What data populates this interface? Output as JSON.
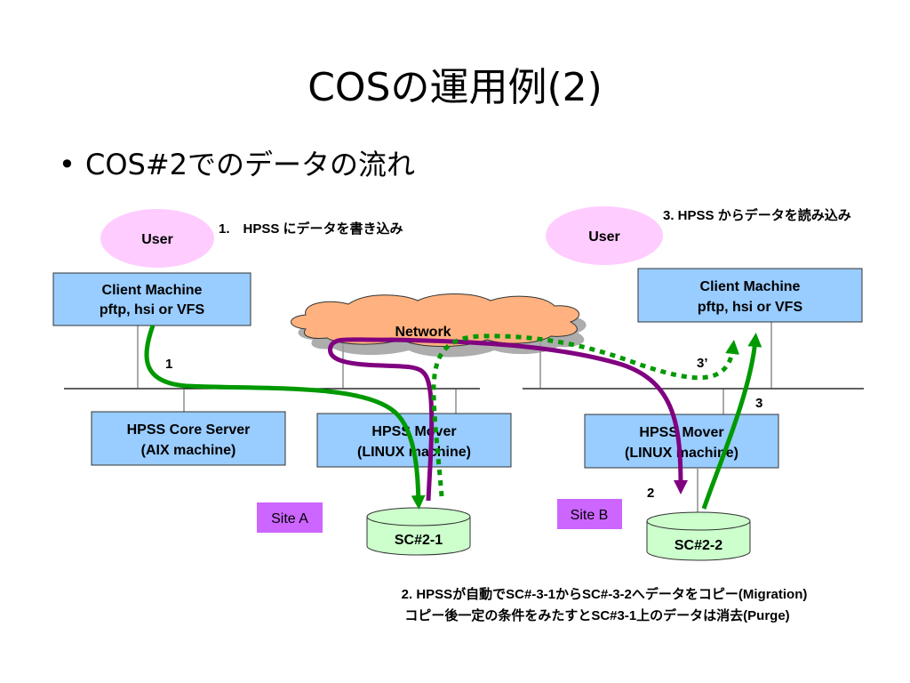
{
  "slide": {
    "title": "COSの運用例(2)",
    "bullet": "COS#2でのデータの流れ"
  },
  "diagram": {
    "site_a": {
      "user": "User",
      "step_note": "1.　HPSS にデータを書き込み",
      "client": {
        "line1": "Client Machine",
        "line2": "pftp, hsi or VFS"
      },
      "core": {
        "line1": "HPSS Core Server",
        "line2": "(AIX machine)"
      },
      "mover": {
        "line1": "HPSS Mover",
        "line2": "(LINUX machine)"
      },
      "site_label": "Site A",
      "storage": "SC#2-1",
      "arrow_label": "1"
    },
    "network": "Network",
    "site_b": {
      "user": "User",
      "step_note": "3. HPSS からデータを読み込み",
      "client": {
        "line1": "Client Machine",
        "line2": "pftp, hsi or VFS"
      },
      "mover": {
        "line1": "HPSS Mover",
        "line2": "(LINUX machine)"
      },
      "site_label": "Site B",
      "storage": "SC#2-2",
      "arrow_label_2": "2",
      "arrow_label_3": "3",
      "arrow_label_3p": "3’"
    },
    "footer_note": {
      "line1": "2. HPSSが自動でSC#-3-1からSC#-3-2へデータをコピー(Migration)",
      "line2": "コピー後一定の条件をみたすとSC#3-1上のデータは消去(Purge)"
    },
    "colors": {
      "box_fill": "#99ccff",
      "user_fill": "#ffccff",
      "site_fill": "#cc66ff",
      "storage_fill": "#ccffcc",
      "cloud_fill": "#ffb27f",
      "write_arrow": "#009900",
      "migration_arrow": "#800080"
    }
  }
}
